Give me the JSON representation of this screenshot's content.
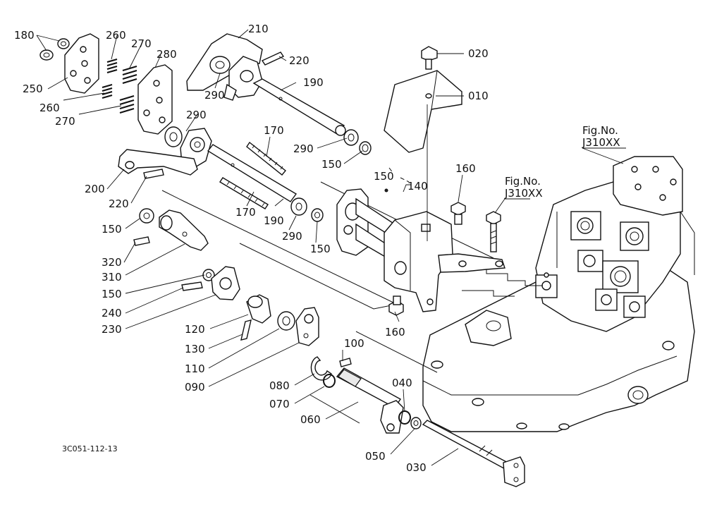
{
  "drawing_code": "3C051-112-13",
  "reference_figures": [
    {
      "id": "ref-upper",
      "label": "Fig.No.",
      "code": "J310XX"
    },
    {
      "id": "ref-lower",
      "label": "Fig.No.",
      "code": "J310XX"
    }
  ],
  "callouts": [
    {
      "id": "c020",
      "text": "020"
    },
    {
      "id": "c010",
      "text": "010"
    },
    {
      "id": "c210",
      "text": "210"
    },
    {
      "id": "c220a",
      "text": "220"
    },
    {
      "id": "c180",
      "text": "180"
    },
    {
      "id": "c260a",
      "text": "260"
    },
    {
      "id": "c270a",
      "text": "270"
    },
    {
      "id": "c280",
      "text": "280"
    },
    {
      "id": "c250",
      "text": "250"
    },
    {
      "id": "c260b",
      "text": "260"
    },
    {
      "id": "c270b",
      "text": "270"
    },
    {
      "id": "c290a",
      "text": "290"
    },
    {
      "id": "c290b",
      "text": "290"
    },
    {
      "id": "c190a",
      "text": "190"
    },
    {
      "id": "c290c",
      "text": "290"
    },
    {
      "id": "c150a",
      "text": "150"
    },
    {
      "id": "c170a",
      "text": "170"
    },
    {
      "id": "c150b",
      "text": "150"
    },
    {
      "id": "c140",
      "text": "140"
    },
    {
      "id": "c160a",
      "text": "160"
    },
    {
      "id": "c200",
      "text": "200"
    },
    {
      "id": "c220b",
      "text": "220"
    },
    {
      "id": "c170b",
      "text": "170"
    },
    {
      "id": "c190b",
      "text": "190"
    },
    {
      "id": "c290d",
      "text": "290"
    },
    {
      "id": "c150c",
      "text": "150"
    },
    {
      "id": "c150d",
      "text": "150"
    },
    {
      "id": "c320",
      "text": "320"
    },
    {
      "id": "c310",
      "text": "310"
    },
    {
      "id": "c150e",
      "text": "150"
    },
    {
      "id": "c240",
      "text": "240"
    },
    {
      "id": "c230",
      "text": "230"
    },
    {
      "id": "c120",
      "text": "120"
    },
    {
      "id": "c130",
      "text": "130"
    },
    {
      "id": "c110",
      "text": "110"
    },
    {
      "id": "c090",
      "text": "090"
    },
    {
      "id": "c160b",
      "text": "160"
    },
    {
      "id": "c100",
      "text": "100"
    },
    {
      "id": "c080",
      "text": "080"
    },
    {
      "id": "c070",
      "text": "070"
    },
    {
      "id": "c040",
      "text": "040"
    },
    {
      "id": "c060",
      "text": "060"
    },
    {
      "id": "c050",
      "text": "050"
    },
    {
      "id": "c030",
      "text": "030"
    }
  ]
}
